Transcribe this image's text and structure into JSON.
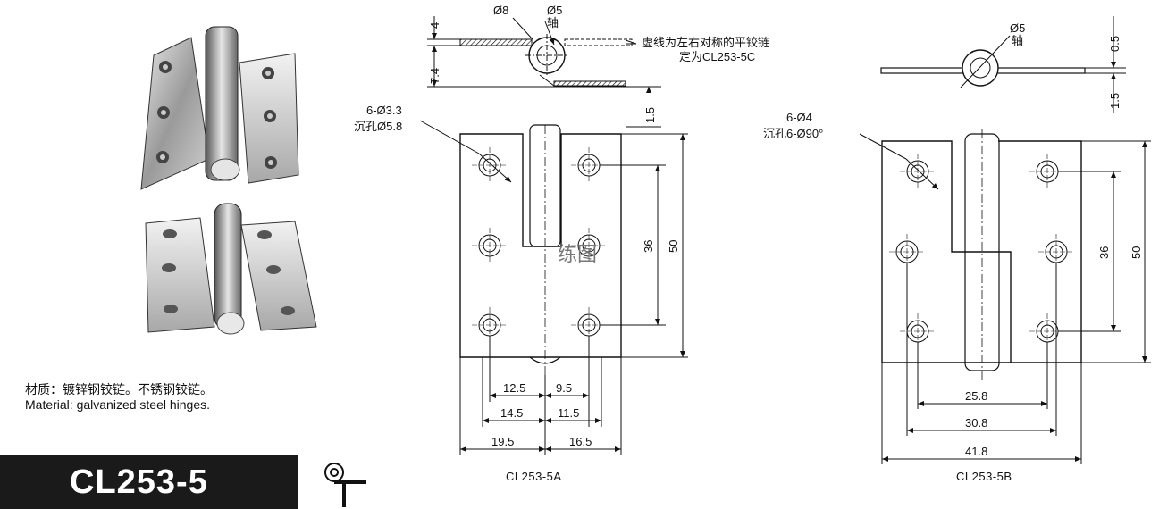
{
  "material": {
    "zh": "材质：镀锌钢铰链。不锈钢铰链。",
    "en": "Material: galvanized steel hinges."
  },
  "model": "CL253-5",
  "top_detail": {
    "d8": "Ø8",
    "d5": "Ø5",
    "axis": "轴",
    "note_line1": "虚线为左右对称的平铰链",
    "note_line2": "定为CL253-5C",
    "dim_4": "4",
    "dim_74": "7.4",
    "dim_15": "1.5"
  },
  "right_top_detail": {
    "d5": "Ø5",
    "axis": "轴",
    "dim_05": "0.5",
    "dim_15": "1.5"
  },
  "drawing_a": {
    "hole_spec_line1": "6-Ø3.3",
    "hole_spec_line2": "沉孔Ø5.8",
    "dim_36": "36",
    "dim_50": "50",
    "dim_125": "12.5",
    "dim_95": "9.5",
    "dim_145": "14.5",
    "dim_115": "11.5",
    "dim_195": "19.5",
    "dim_165": "16.5",
    "caption": "CL253-5A",
    "watermark": "练图"
  },
  "drawing_b": {
    "hole_spec_line1": "6-Ø4",
    "hole_spec_line2": "沉孔6-Ø90°",
    "dim_36": "36",
    "dim_50": "50",
    "dim_258": "25.8",
    "dim_308": "30.8",
    "dim_418": "41.8",
    "caption": "CL253-5B"
  }
}
